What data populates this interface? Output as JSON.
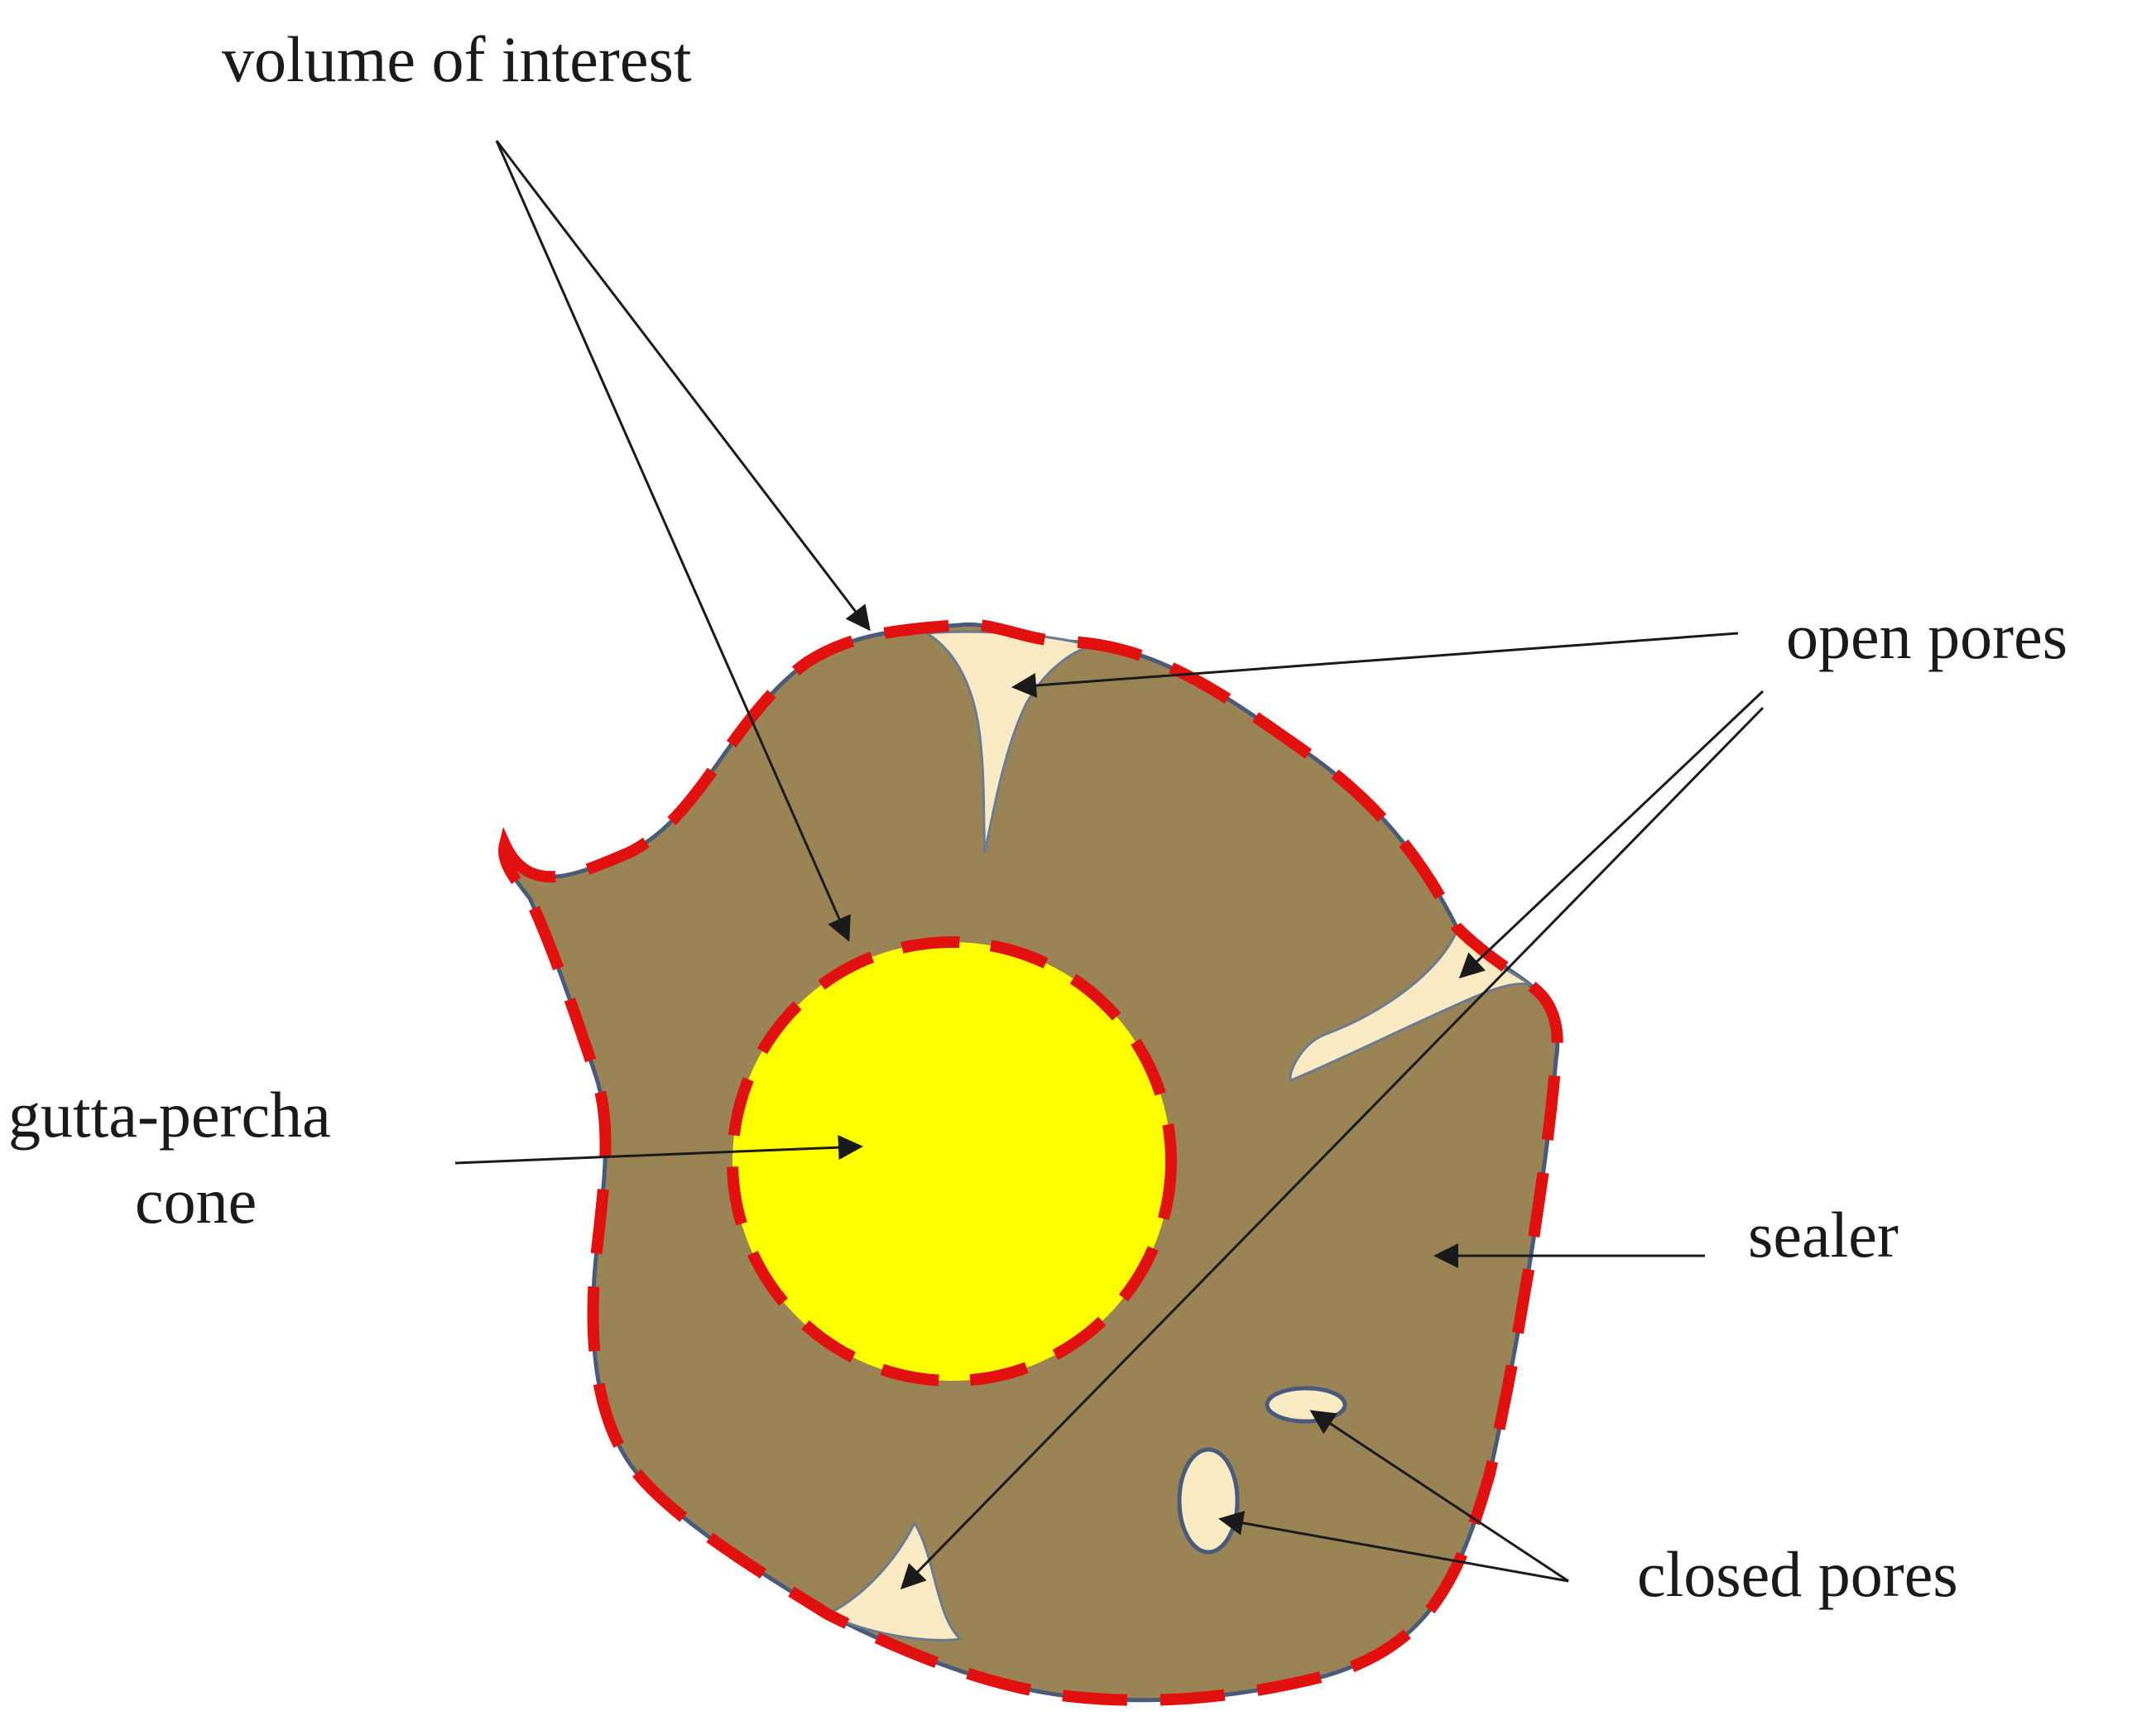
{
  "labels": {
    "volume_of_interest": "volume of interest",
    "open_pores": "open pores",
    "gutta_percha_line1": "gutta-percha",
    "gutta_percha_line2": "cone",
    "sealer": "sealer",
    "closed_pores": "closed pores"
  },
  "colors": {
    "sealer": "#9a8455",
    "sealer_outline": "#4a5a7a",
    "gutta_percha": "#ffff00",
    "pore": "#faeac4",
    "voi_boundary": "#e0110f",
    "arrow": "#1a1a1a"
  }
}
